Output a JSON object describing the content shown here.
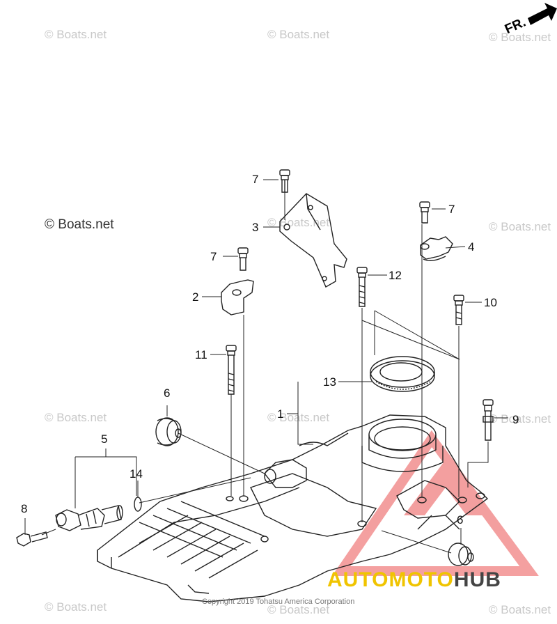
{
  "watermark": {
    "text": "© Boats.net"
  },
  "watermark_positions_note": "",
  "direction_label": "FR.",
  "copyright": "Copyright 2019 Tohatsu America Corporation",
  "brand": {
    "part1": "AUTOMOTO",
    "part2": "HUB",
    "accent": "#f0c400",
    "dark": "#444444",
    "triangle": "#f08080"
  },
  "callouts": {
    "c7a": "7",
    "c3": "3",
    "c7b": "7",
    "c4": "4",
    "c7c": "7",
    "c2": "2",
    "c12": "12",
    "c10": "10",
    "c11": "11",
    "c13": "13",
    "c6a": "6",
    "c1": "1",
    "c9": "9",
    "c5": "5",
    "c14": "14",
    "c8": "8",
    "c6b": "6"
  }
}
